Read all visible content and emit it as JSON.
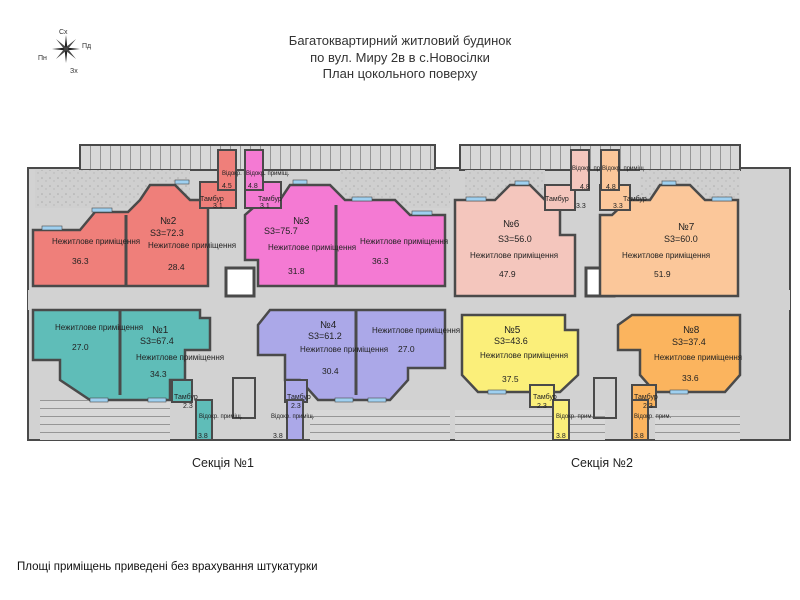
{
  "title": {
    "line1": "Багатоквартирний житловий будинок",
    "line2": "по вул. Миру 2в в с.Новосілки",
    "line3": "План цокольного поверху"
  },
  "compass": {
    "north": "Сх",
    "east": "Пд",
    "west": "Пн",
    "south": "Зх"
  },
  "sections": [
    "Секція №1",
    "Секція №2"
  ],
  "footer": "Площі приміщень приведені без врахування штукатурки",
  "colors": {
    "unit2": "#ef7f7a",
    "unit3": "#f47ad3",
    "unit6": "#f4c6bd",
    "unit7": "#fbc79a",
    "unit1": "#5fbdb8",
    "unit4": "#aba8e8",
    "unit5": "#fbef7a",
    "unit8": "#fbb45e",
    "corridor": "#d2d2d2",
    "walls": "#4a4a4a"
  },
  "units": [
    {
      "num": "№2",
      "area": "S3=72.3",
      "room1_label": "Нежитлове приміщення",
      "room1_area": "36.3",
      "room2_label": "Нежитлове приміщення",
      "room2_area": "28.4",
      "tambur": "Тамбур",
      "tambur_area": "3.1",
      "vidokr": "Відокр. приміщ.",
      "vidokr_area": "4.5"
    },
    {
      "num": "№3",
      "area": "S3=75.7",
      "room1_label": "Нежитлове приміщення",
      "room1_area": "31.8",
      "room2_label": "Нежитлове приміщення",
      "room2_area": "36.3",
      "tambur": "Тамбур",
      "tambur_area": "3.1",
      "vidokr": "Відокр. приміщ.",
      "vidokr_area": "4.8"
    },
    {
      "num": "№6",
      "area": "S3=56.0",
      "room1_label": "Нежитлове приміщення",
      "room1_area": "47.9",
      "tambur": "Тамбур",
      "tambur_area": "3.3",
      "vidokr": "Відокр. приміщ.",
      "vidokr_area": "4.8"
    },
    {
      "num": "№7",
      "area": "S3=60.0",
      "room1_label": "Нежитлове приміщення",
      "room1_area": "51.9",
      "tambur": "Тамбур",
      "tambur_area": "3.3",
      "vidokr": "Відокр. приміщ.",
      "vidokr_area": "4.8"
    },
    {
      "num": "№1",
      "area": "S3=67.4",
      "room1_label": "Нежитлове приміщення",
      "room1_area": "27.0",
      "room2_label": "Нежитлове приміщення",
      "room2_area": "34.3",
      "tambur": "Тамбур",
      "tambur_area": "2.3",
      "vidokr": "Відокр. приміщ.",
      "vidokr_area": "3.8"
    },
    {
      "num": "№4",
      "area": "S3=61.2",
      "room1_label": "Нежитлове приміщення",
      "room1_area": "30.4",
      "room2_label": "Нежитлове приміщення",
      "room2_area": "27.0",
      "tambur": "Тамбур",
      "tambur_area": "2.3",
      "vidokr": "Відокр. приміщ.",
      "vidokr_area": "3.8"
    },
    {
      "num": "№5",
      "area": "S3=43.6",
      "room1_label": "Нежитлове приміщення",
      "room1_area": "37.5",
      "tambur": "Тамбур",
      "tambur_area": "2.3",
      "vidokr": "Відокр. прим.",
      "vidokr_area": "3.8"
    },
    {
      "num": "№8",
      "area": "S3=37.4",
      "room1_label": "Нежитлове приміщення",
      "room1_area": "33.6",
      "tambur": "Тамбур",
      "tambur_area": "2.3",
      "vidokr": "Відокр. прим.",
      "vidokr_area": "3.8"
    }
  ]
}
